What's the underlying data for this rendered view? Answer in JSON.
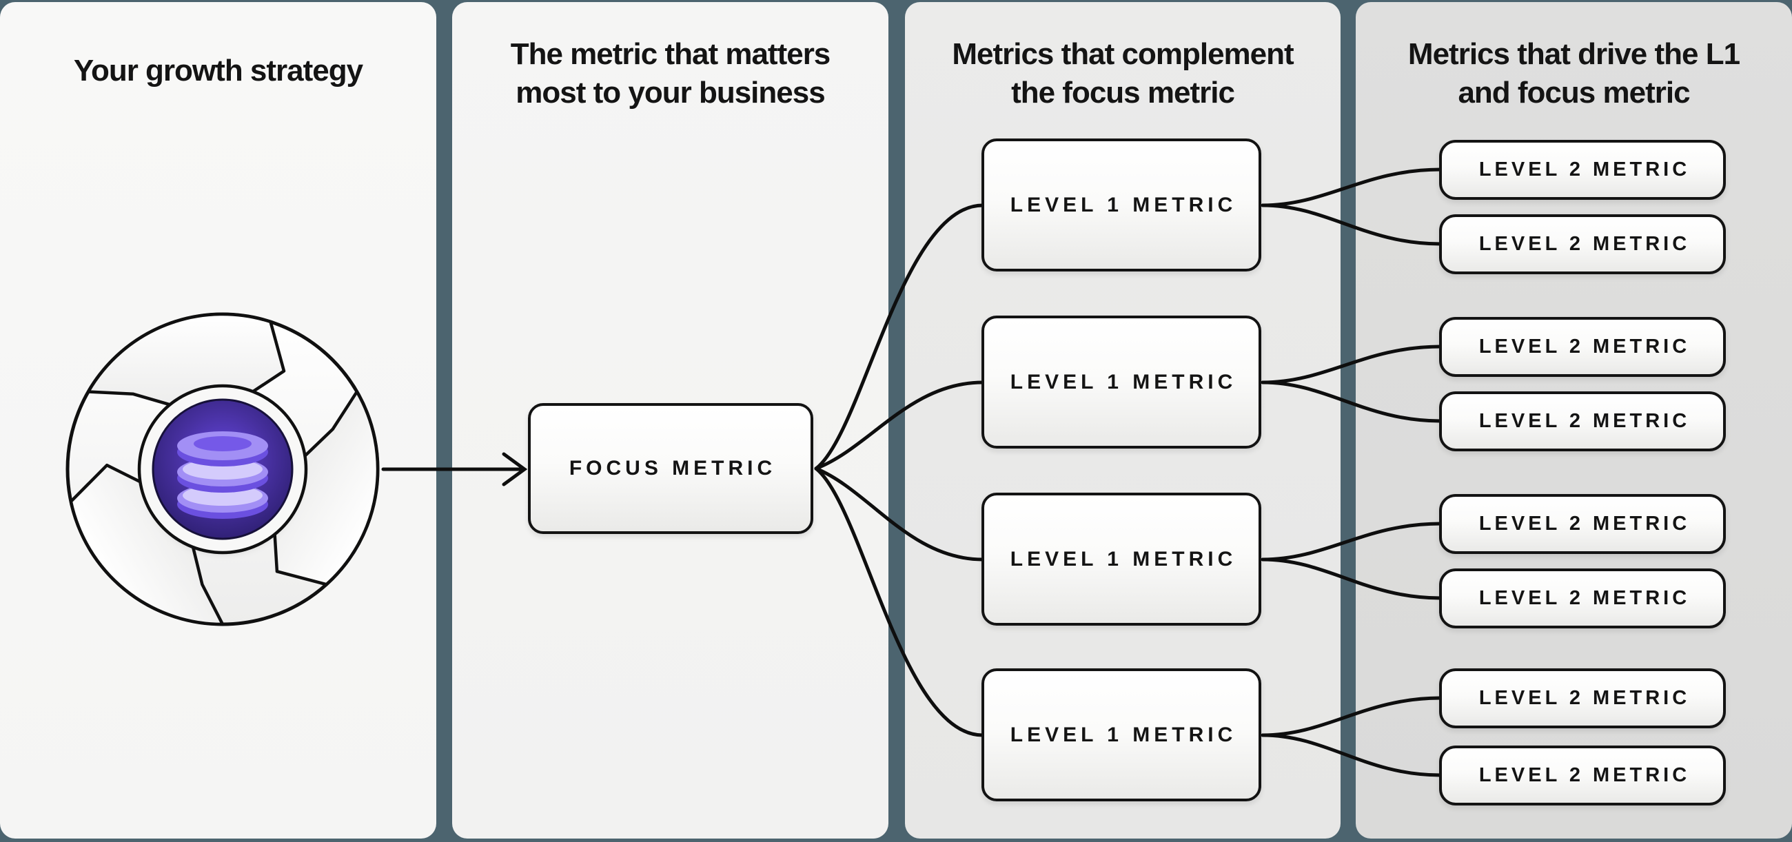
{
  "page": {
    "description": "Growth strategy metrics tree diagram",
    "background_color": "#4c646f"
  },
  "panels": {
    "strategy": {
      "title": "Your growth strategy",
      "bg": "#f7f7f6"
    },
    "focus": {
      "title1": "The metric that matters",
      "title2": "most to your business",
      "bg": "#f3f3f2"
    },
    "level1": {
      "title1": "Metrics that complement",
      "title2": "the focus metric",
      "bg": "#e9e9e8"
    },
    "level2": {
      "title1": "Metrics that drive the L1",
      "title2": "and focus metric",
      "bg": "#dddddc"
    }
  },
  "nodes": {
    "focus_label": "FOCUS METRIC",
    "level1_label": "LEVEL 1 METRIC",
    "level2_label": "LEVEL 2 METRIC"
  },
  "structure": {
    "level1_count": 4,
    "level2_count": 8,
    "level2_per_level1": 2
  },
  "icons": {
    "flywheel": "growth-flywheel-icon",
    "database": "database-stack-icon",
    "arrow": "right-arrow-icon"
  },
  "colors": {
    "connector": "#0e0e0e",
    "node_border": "#131313",
    "node_fill_top": "#ffffff",
    "node_fill_bottom": "#eaeae8",
    "core_indigo": "#2b1d6d",
    "db_lavender": "#a28ff5"
  }
}
